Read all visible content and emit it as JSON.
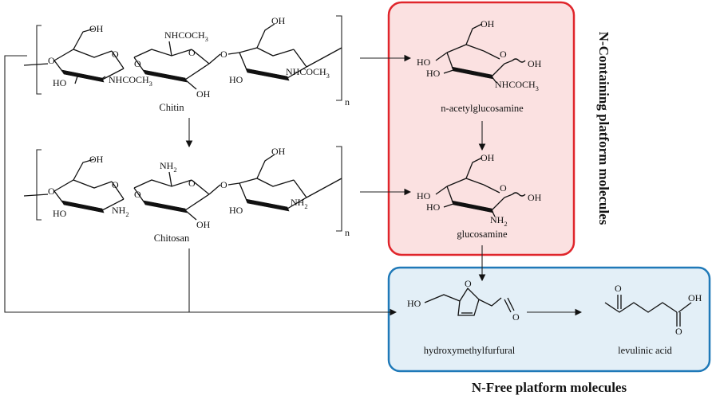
{
  "labels": {
    "chitin": "Chitin",
    "chitosan": "Chitosan",
    "nacetylglucosamine": "n-acetylglucosamine",
    "glucosamine": "glucosamine",
    "hmf": "hydroxymethylfurfural",
    "levulinic": "levulinic acid",
    "repeat_n": "n"
  },
  "titles": {
    "n_containing": "N-Containing platform molecules",
    "n_free": "N-Free platform molecules"
  },
  "atoms": {
    "OH": "OH",
    "HO": "HO",
    "O": "O",
    "NHCOCH": "NHCOCH",
    "NH": "NH",
    "sub3": "3",
    "sub2": "2"
  },
  "colors": {
    "n_containing_border": "#e0252b",
    "n_containing_fill": "#fbe1e1",
    "n_free_border": "#1f79b8",
    "n_free_fill": "#e3eff7",
    "title_color": "#1a1a1a"
  }
}
